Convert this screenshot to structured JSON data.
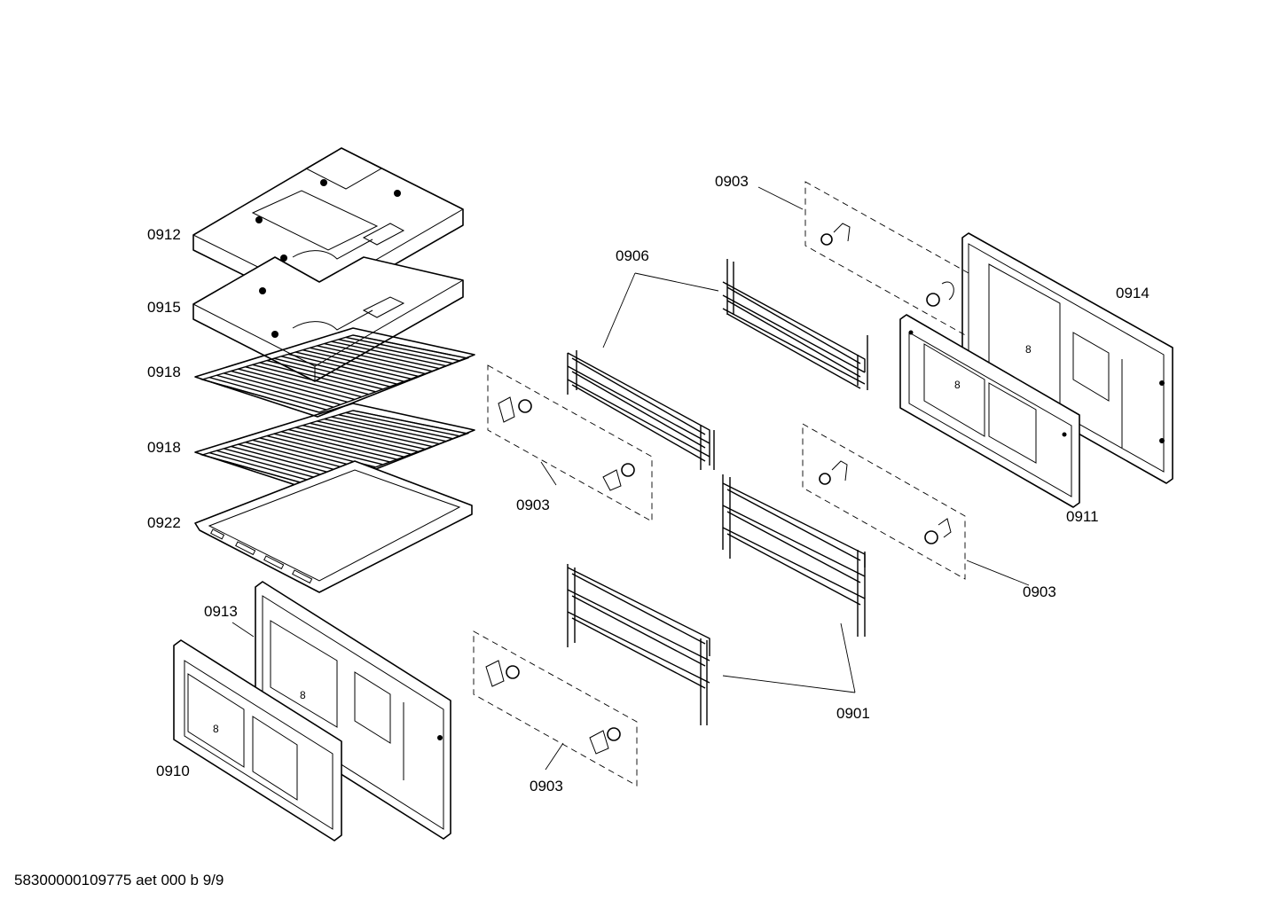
{
  "diagram": {
    "footer": "58300000109775 aet 000 b 9/9",
    "labels": [
      {
        "key": "l0912",
        "text": "0912"
      },
      {
        "key": "l0915",
        "text": "0915"
      },
      {
        "key": "l0918a",
        "text": "0918"
      },
      {
        "key": "l0918b",
        "text": "0918"
      },
      {
        "key": "l0922",
        "text": "0922"
      },
      {
        "key": "l0913",
        "text": "0913"
      },
      {
        "key": "l0910",
        "text": "0910"
      },
      {
        "key": "l0903a",
        "text": "0903"
      },
      {
        "key": "l0903b",
        "text": "0903"
      },
      {
        "key": "l0903c",
        "text": "0903"
      },
      {
        "key": "l0903d",
        "text": "0903"
      },
      {
        "key": "l0906",
        "text": "0906"
      },
      {
        "key": "l0914",
        "text": "0914"
      },
      {
        "key": "l0911",
        "text": "0911"
      },
      {
        "key": "l0901",
        "text": "0901"
      }
    ]
  }
}
